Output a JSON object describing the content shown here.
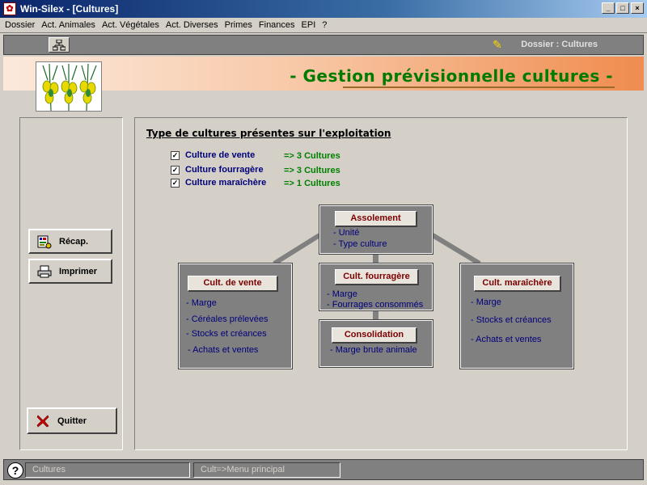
{
  "window": {
    "title": "Win-Silex - [Cultures]"
  },
  "menu": [
    "Dossier",
    "Act. Animales",
    "Act. Végétales",
    "Act. Diverses",
    "Primes",
    "Finances",
    "EPI",
    "?"
  ],
  "toolbar": {
    "dossier": "Dossier : Cultures"
  },
  "banner": {
    "title": "- Gestion prévisionnelle cultures -"
  },
  "buttons": {
    "recap": "Récap.",
    "print": "Imprimer",
    "quit": "Quitter"
  },
  "section": {
    "title": "Type de cultures présentes sur l'exploitation"
  },
  "cultures": [
    {
      "label": "Culture de vente",
      "count": "=> 3 Cultures",
      "checked": "✓"
    },
    {
      "label": "Culture fourragère",
      "count": "=> 3 Cultures",
      "checked": "✓"
    },
    {
      "label": "Culture maraîchère",
      "count": "=> 1 Cultures",
      "checked": "✓"
    }
  ],
  "boxes": {
    "assolement": {
      "title": "Assolement",
      "items": [
        "- Unité",
        "- Type culture"
      ]
    },
    "vente": {
      "title": "Cult. de vente",
      "items": [
        "- Marge",
        "- Céréales prélevées",
        "- Stocks et créances",
        "- Achats et ventes"
      ]
    },
    "fourragere": {
      "title": "Cult. fourragère",
      "items": [
        "- Marge",
        "- Fourrages consommés"
      ]
    },
    "consolidation": {
      "title": "Consolidation",
      "items": [
        "- Marge brute animale"
      ]
    },
    "maraichere": {
      "title": "Cult. maraîchère",
      "items": [
        "- Marge",
        "- Stocks et créances",
        "- Achats et ventes"
      ]
    }
  },
  "status": {
    "left": "Cultures",
    "right": "Cult=>Menu principal"
  }
}
